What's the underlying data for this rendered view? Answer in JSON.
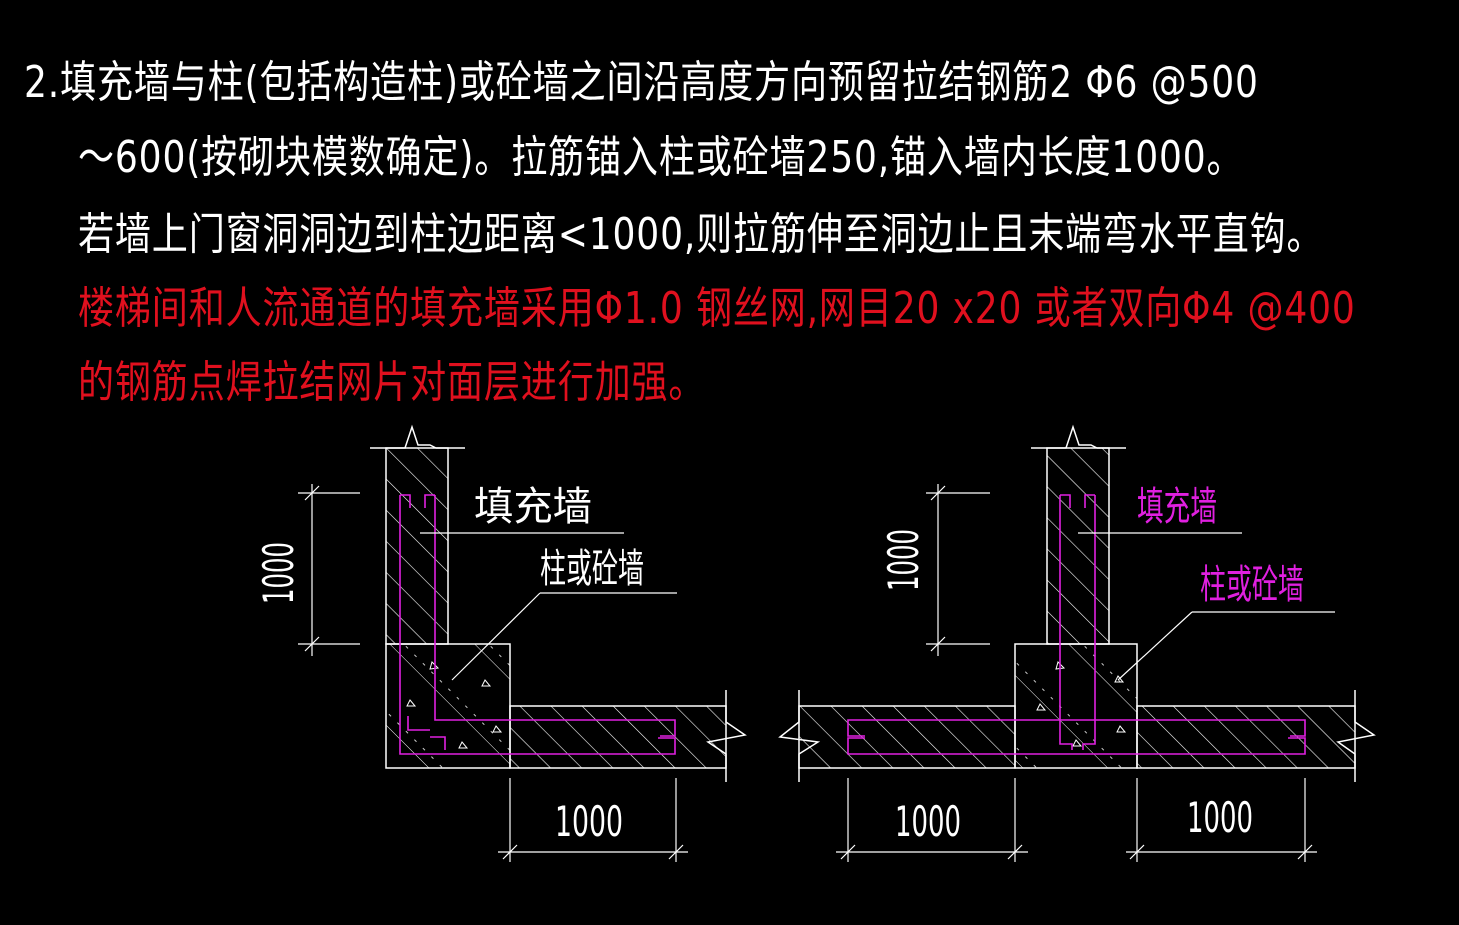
{
  "colors": {
    "white": "#ffffff",
    "red": "#e0101e",
    "magenta": "#e020e0",
    "background": "#000000"
  },
  "note": {
    "line1": "2.填充墙与柱(包括构造柱)或砼墙之间沿高度方向预留拉结钢筋2 Φ6 @500",
    "line2": "～600(按砌块模数确定)。拉筋锚入柱或砼墙250,锚入墙内长度1000。",
    "line3": "若墙上门窗洞洞边到柱边距离<1000,则拉筋伸至洞边止且末端弯水平直钩。",
    "line4": "楼梯间和人流通道的填充墙采用Φ1.0 钢丝网,网目20 x20 或者双向Φ4 @400",
    "line5": "的钢筋点焊拉结网片对面层进行加强。"
  },
  "detail_left": {
    "label_infill": "填充墙",
    "label_column": "柱或砼墙",
    "dim_vertical": "1000",
    "dim_horizontal": "1000"
  },
  "detail_right": {
    "label_infill": "填充墙",
    "label_column": "柱或砼墙",
    "dim_vertical": "1000",
    "dim_horizontal_left": "1000",
    "dim_horizontal_right": "1000"
  }
}
